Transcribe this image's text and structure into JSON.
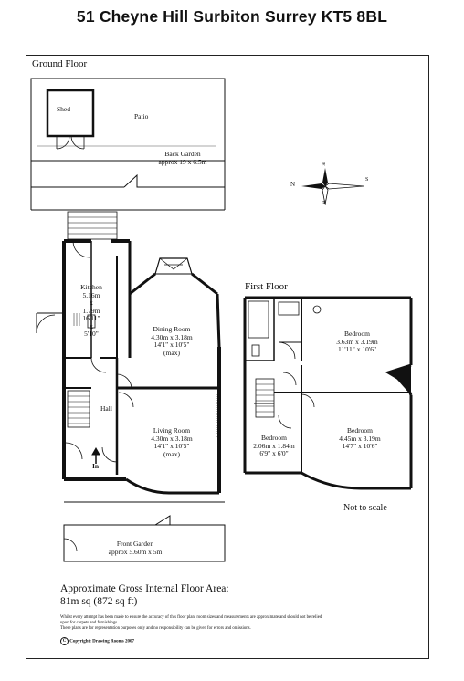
{
  "header": {
    "title": "51 Cheyne Hill Surbiton Surrey KT5 8BL"
  },
  "ground_floor": {
    "label": "Ground Floor",
    "shed": "Shed",
    "patio": "Patio",
    "back_garden": {
      "name": "Back Garden",
      "size": "approx 19 x 6.5m"
    },
    "kitchen": {
      "name": "Kitchen",
      "l1": "5.16m",
      "l2": "x",
      "l3": "1.79m",
      "l4": "16'11\"",
      "l5": "x",
      "l6": "5'10\""
    },
    "dining": {
      "name": "Dining Room",
      "metric": "4.30m x 3.18m",
      "imperial": "14'1\" x 10'5\"",
      "note": "(max)"
    },
    "hall": "Hall",
    "living": {
      "name": "Living Room",
      "metric": "4.30m x 3.18m",
      "imperial": "14'1\" x 10'5\"",
      "note": "(max)"
    },
    "entry": "In",
    "front_garden": {
      "name": "Front Garden",
      "size": "approx 5.60m x 5m"
    }
  },
  "first_floor": {
    "label": "First Floor",
    "bed1": {
      "name": "Bedroom",
      "metric": "3.63m x 3.19m",
      "imperial": "11'11\" x 10'6\""
    },
    "bed2": {
      "name": "Bedroom",
      "metric": "2.06m x 1.84m",
      "imperial": "6'9\" x 6'0\""
    },
    "bed3": {
      "name": "Bedroom",
      "metric": "4.45m x 3.19m",
      "imperial": "14'7\" x 10'6\""
    },
    "scale_note": "Not to scale"
  },
  "compass": {
    "n": "N",
    "s": "S",
    "e": "E",
    "w": "W"
  },
  "area": {
    "title": "Approximate Gross Internal Floor Area:",
    "value": "81m sq  (872 sq ft)"
  },
  "disclaimer": {
    "line1": "Whilst every attempt has been made to ensure the accuracy of this floor plan, room sizes and measurements are approximate and should not be relied upon for carpets and furnishings.",
    "line2": "These plans are for representation purposes only and no responsibility can be given for errors and omissions."
  },
  "copyright": "Copyright: Drawing Rooms 2007"
}
